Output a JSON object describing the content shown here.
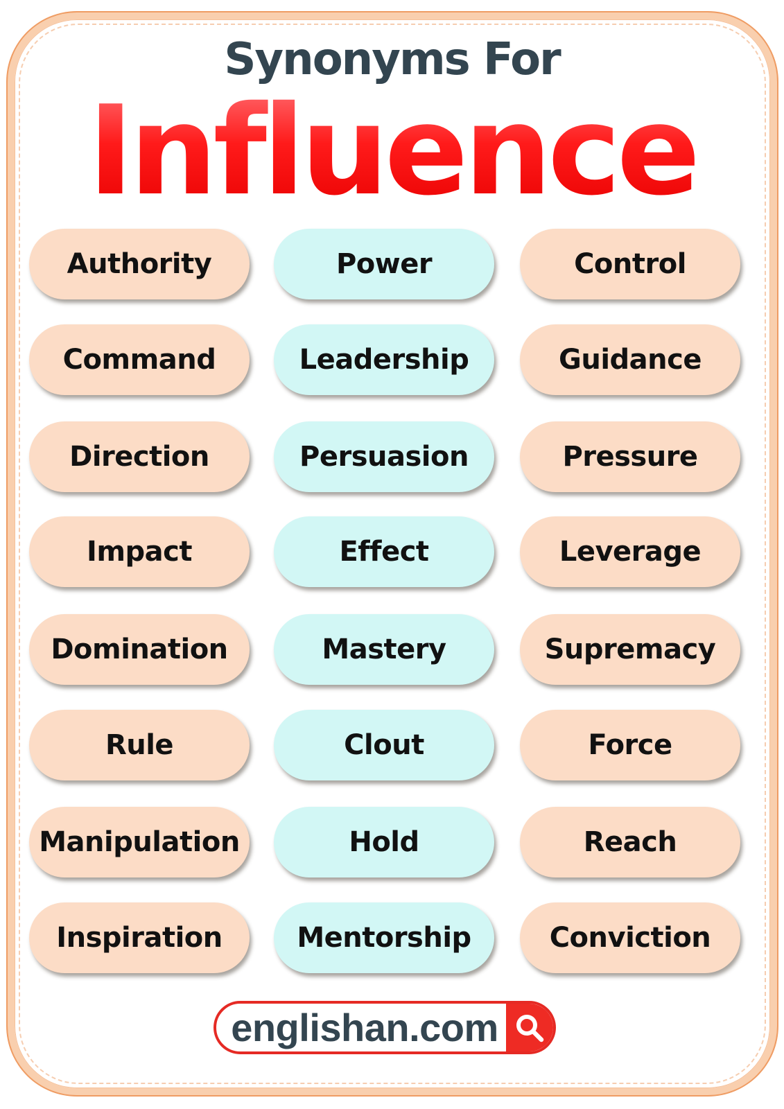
{
  "header": {
    "subtitle": "Synonyms For",
    "title": "Influence"
  },
  "colors": {
    "peach": "#fcdcc6",
    "mint": "#d2f7f5",
    "title_red": "#ff1a1a",
    "subtitle_dark": "#334550",
    "border_orange": "#ef9c63",
    "search_red": "#ee2b24"
  },
  "synonyms": {
    "rows": [
      [
        "Authority",
        "Power",
        "Control"
      ],
      [
        "Command",
        "Leadership",
        "Guidance"
      ],
      [
        "Direction",
        "Persuasion",
        "Pressure"
      ],
      [
        "Impact",
        "Effect",
        "Leverage"
      ],
      [
        "Domination",
        "Mastery",
        "Supremacy"
      ],
      [
        "Rule",
        "Clout",
        "Force"
      ],
      [
        "Manipulation",
        "Hold",
        "Reach"
      ],
      [
        "Inspiration",
        "Mentorship",
        "Conviction"
      ]
    ]
  },
  "footer": {
    "site": "englishan.com",
    "icon": "search-icon"
  }
}
